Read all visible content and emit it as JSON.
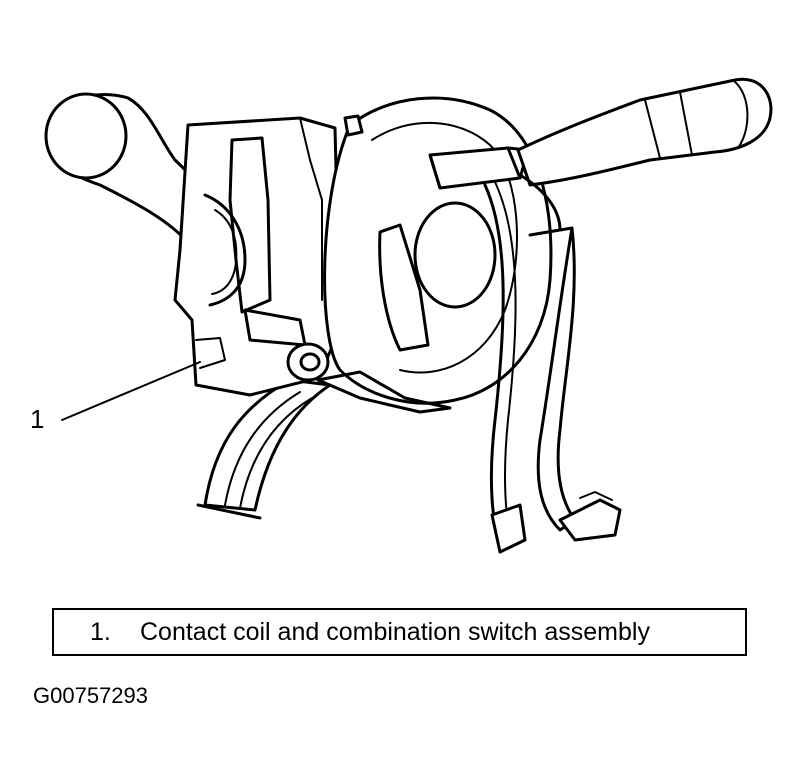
{
  "callout": {
    "number": "1"
  },
  "legend": {
    "items": [
      {
        "number": "1.",
        "text": "Contact coil and combination switch assembly"
      }
    ]
  },
  "figure_id": "G00757293"
}
